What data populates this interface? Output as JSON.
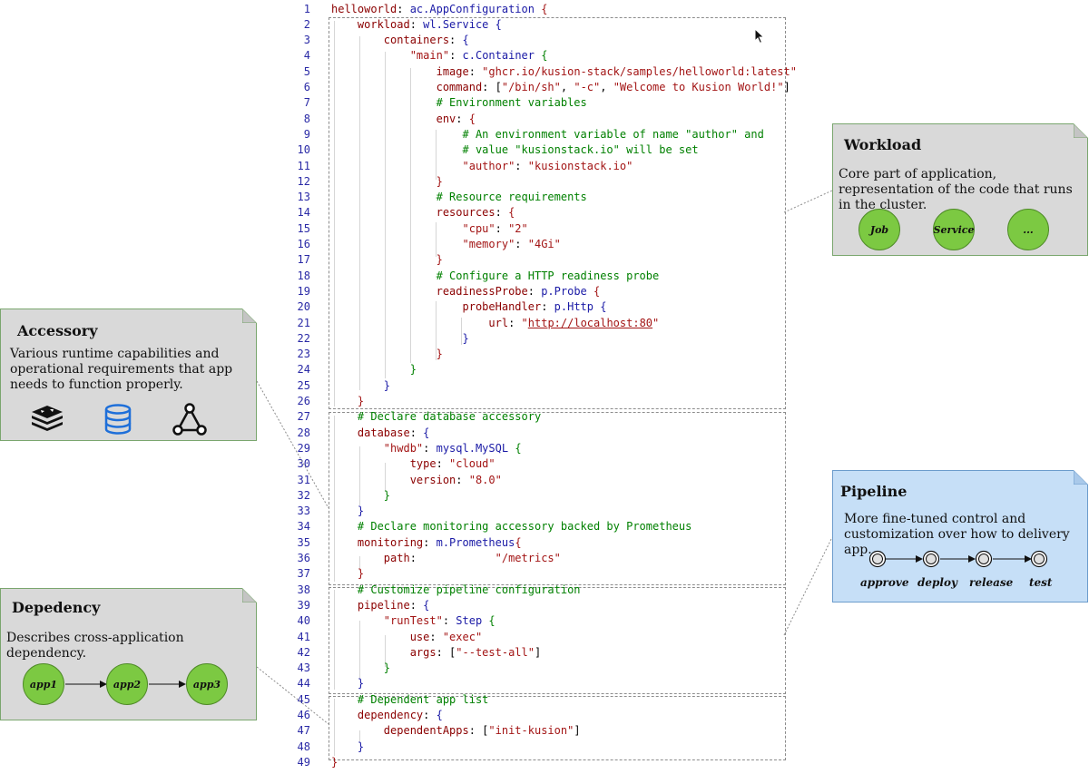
{
  "code_lines": [
    {
      "n": "1",
      "t": [
        [
          "helloworld",
          "key"
        ],
        [
          ": ",
          ""
        ],
        [
          "ac.AppConfiguration",
          "kw"
        ],
        [
          " {",
          "br"
        ]
      ]
    },
    {
      "n": "2",
      "t": [
        [
          "    workload",
          "key"
        ],
        [
          ": ",
          ""
        ],
        [
          "wl.Service",
          "kw"
        ],
        [
          " {",
          "br3"
        ]
      ]
    },
    {
      "n": "3",
      "t": [
        [
          "        containers",
          "key"
        ],
        [
          ": ",
          ""
        ],
        [
          "{",
          "br3"
        ]
      ]
    },
    {
      "n": "4",
      "t": [
        [
          "            ",
          ""
        ],
        [
          "\"main\"",
          "str"
        ],
        [
          ": ",
          ""
        ],
        [
          "c.Container",
          "kw"
        ],
        [
          " {",
          "br2"
        ]
      ]
    },
    {
      "n": "5",
      "t": [
        [
          "                image",
          "key"
        ],
        [
          ": ",
          ""
        ],
        [
          "\"ghcr.io/kusion-stack/samples/helloworld:latest\"",
          "str"
        ]
      ]
    },
    {
      "n": "6",
      "t": [
        [
          "                command",
          "key"
        ],
        [
          ": [",
          ""
        ],
        [
          "\"/bin/sh\"",
          "str"
        ],
        [
          ", ",
          ""
        ],
        [
          "\"-c\"",
          "str"
        ],
        [
          ", ",
          ""
        ],
        [
          "\"Welcome to Kusion World!\"",
          "str"
        ],
        [
          "]",
          ""
        ]
      ]
    },
    {
      "n": "7",
      "t": [
        [
          "                # Environment variables",
          "com"
        ]
      ]
    },
    {
      "n": "8",
      "t": [
        [
          "                env",
          "key"
        ],
        [
          ": ",
          ""
        ],
        [
          "{",
          "br"
        ]
      ]
    },
    {
      "n": "9",
      "t": [
        [
          "                    # An environment variable of name \"author\" and",
          "com"
        ]
      ]
    },
    {
      "n": "10",
      "t": [
        [
          "                    # value \"kusionstack.io\" will be set",
          "com"
        ]
      ]
    },
    {
      "n": "11",
      "t": [
        [
          "                    ",
          ""
        ],
        [
          "\"author\"",
          "str"
        ],
        [
          ": ",
          ""
        ],
        [
          "\"kusionstack.io\"",
          "str"
        ]
      ]
    },
    {
      "n": "12",
      "t": [
        [
          "                }",
          "br"
        ]
      ]
    },
    {
      "n": "13",
      "t": [
        [
          "                # Resource requirements",
          "com"
        ]
      ]
    },
    {
      "n": "14",
      "t": [
        [
          "                resources",
          "key"
        ],
        [
          ": ",
          ""
        ],
        [
          "{",
          "br"
        ]
      ]
    },
    {
      "n": "15",
      "t": [
        [
          "                    ",
          ""
        ],
        [
          "\"cpu\"",
          "str"
        ],
        [
          ": ",
          ""
        ],
        [
          "\"2\"",
          "str"
        ]
      ]
    },
    {
      "n": "16",
      "t": [
        [
          "                    ",
          ""
        ],
        [
          "\"memory\"",
          "str"
        ],
        [
          ": ",
          ""
        ],
        [
          "\"4Gi\"",
          "str"
        ]
      ]
    },
    {
      "n": "17",
      "t": [
        [
          "                }",
          "br"
        ]
      ]
    },
    {
      "n": "18",
      "t": [
        [
          "                # Configure a HTTP readiness probe",
          "com"
        ]
      ]
    },
    {
      "n": "19",
      "t": [
        [
          "                readinessProbe",
          "key"
        ],
        [
          ": ",
          ""
        ],
        [
          "p.Probe",
          "kw"
        ],
        [
          " {",
          "br"
        ]
      ]
    },
    {
      "n": "20",
      "t": [
        [
          "                    probeHandler",
          "key"
        ],
        [
          ": ",
          ""
        ],
        [
          "p.Http",
          "kw"
        ],
        [
          " {",
          "br3"
        ]
      ]
    },
    {
      "n": "21",
      "t": [
        [
          "                        url",
          "key"
        ],
        [
          ": ",
          ""
        ],
        [
          "\"",
          "str"
        ],
        [
          "http://localhost:80",
          "url"
        ],
        [
          "\"",
          "str"
        ]
      ]
    },
    {
      "n": "22",
      "t": [
        [
          "                    }",
          "br3"
        ]
      ]
    },
    {
      "n": "23",
      "t": [
        [
          "                }",
          "br"
        ]
      ]
    },
    {
      "n": "24",
      "t": [
        [
          "            }",
          "br2"
        ]
      ]
    },
    {
      "n": "25",
      "t": [
        [
          "        }",
          "br3"
        ]
      ]
    },
    {
      "n": "26",
      "t": [
        [
          "    }",
          "br"
        ]
      ]
    },
    {
      "n": "27",
      "t": [
        [
          "    # Declare database accessory",
          "com"
        ]
      ]
    },
    {
      "n": "28",
      "t": [
        [
          "    database",
          "key"
        ],
        [
          ": ",
          ""
        ],
        [
          "{",
          "br3"
        ]
      ]
    },
    {
      "n": "29",
      "t": [
        [
          "        ",
          ""
        ],
        [
          "\"hwdb\"",
          "str"
        ],
        [
          ": ",
          ""
        ],
        [
          "mysql.MySQL",
          "kw"
        ],
        [
          " {",
          "br2"
        ]
      ]
    },
    {
      "n": "30",
      "t": [
        [
          "            type",
          "key"
        ],
        [
          ": ",
          ""
        ],
        [
          "\"cloud\"",
          "str"
        ]
      ]
    },
    {
      "n": "31",
      "t": [
        [
          "            version",
          "key"
        ],
        [
          ": ",
          ""
        ],
        [
          "\"8.0\"",
          "str"
        ]
      ]
    },
    {
      "n": "32",
      "t": [
        [
          "        }",
          "br2"
        ]
      ]
    },
    {
      "n": "33",
      "t": [
        [
          "    }",
          "br3"
        ]
      ]
    },
    {
      "n": "34",
      "t": [
        [
          "    # Declare monitoring accessory backed by Prometheus",
          "com"
        ]
      ]
    },
    {
      "n": "35",
      "t": [
        [
          "    monitoring",
          "key"
        ],
        [
          ": ",
          ""
        ],
        [
          "m.Prometheus",
          "kw"
        ],
        [
          "{",
          "br"
        ]
      ]
    },
    {
      "n": "36",
      "t": [
        [
          "        path",
          "key"
        ],
        [
          ":            ",
          ""
        ],
        [
          "\"/metrics\"",
          "str"
        ]
      ]
    },
    {
      "n": "37",
      "t": [
        [
          "    }",
          "br"
        ]
      ]
    },
    {
      "n": "38",
      "t": [
        [
          "    # Customize pipeline configuration",
          "com"
        ]
      ]
    },
    {
      "n": "39",
      "t": [
        [
          "    pipeline",
          "key"
        ],
        [
          ": ",
          ""
        ],
        [
          "{",
          "br3"
        ]
      ]
    },
    {
      "n": "40",
      "t": [
        [
          "        ",
          ""
        ],
        [
          "\"runTest\"",
          "str"
        ],
        [
          ": ",
          ""
        ],
        [
          "Step",
          "kw"
        ],
        [
          " {",
          "br2"
        ]
      ]
    },
    {
      "n": "41",
      "t": [
        [
          "            use",
          "key"
        ],
        [
          ": ",
          ""
        ],
        [
          "\"exec\"",
          "str"
        ]
      ]
    },
    {
      "n": "42",
      "t": [
        [
          "            args",
          "key"
        ],
        [
          ": [",
          ""
        ],
        [
          "\"--test-all\"",
          "str"
        ],
        [
          "]",
          ""
        ]
      ]
    },
    {
      "n": "43",
      "t": [
        [
          "        }",
          "br2"
        ]
      ]
    },
    {
      "n": "44",
      "t": [
        [
          "    }",
          "br3"
        ]
      ]
    },
    {
      "n": "45",
      "t": [
        [
          "    # Dependent app list",
          "com"
        ]
      ]
    },
    {
      "n": "46",
      "t": [
        [
          "    dependency",
          "key"
        ],
        [
          ": ",
          ""
        ],
        [
          "{",
          "br3"
        ]
      ]
    },
    {
      "n": "47",
      "t": [
        [
          "        dependentApps",
          "key"
        ],
        [
          ": [",
          ""
        ],
        [
          "\"init-kusion\"",
          "str"
        ],
        [
          "]",
          ""
        ]
      ]
    },
    {
      "n": "48",
      "t": [
        [
          "    }",
          "br3"
        ]
      ]
    },
    {
      "n": "49",
      "t": [
        [
          "}",
          "br"
        ]
      ]
    }
  ],
  "workload": {
    "title": "Workload",
    "desc": "Core part of application, representation of the code that runs in the cluster.",
    "items": [
      "Job",
      "Service",
      "..."
    ]
  },
  "accessory": {
    "title": "Accessory",
    "desc": "Various runtime capabilities and operational requirements that app needs to function properly.",
    "icons": [
      "redis-icon",
      "database-icon",
      "prometheus-icon"
    ]
  },
  "pipeline": {
    "title": "Pipeline",
    "desc": "More fine-tuned control and customization over how to delivery app.",
    "stages": [
      "approve",
      "deploy",
      "release",
      "test"
    ]
  },
  "dependency": {
    "title": "Depedency",
    "desc": "Describes cross-application dependency.",
    "apps": [
      "app1",
      "app2",
      "app3"
    ]
  },
  "colors": {
    "note_gray": "#d9d9d9",
    "note_green_border": "#7aa66e",
    "note_blue": "#c6dff7",
    "note_blue_border": "#6c9ccc",
    "node_green": "#7cc942"
  }
}
